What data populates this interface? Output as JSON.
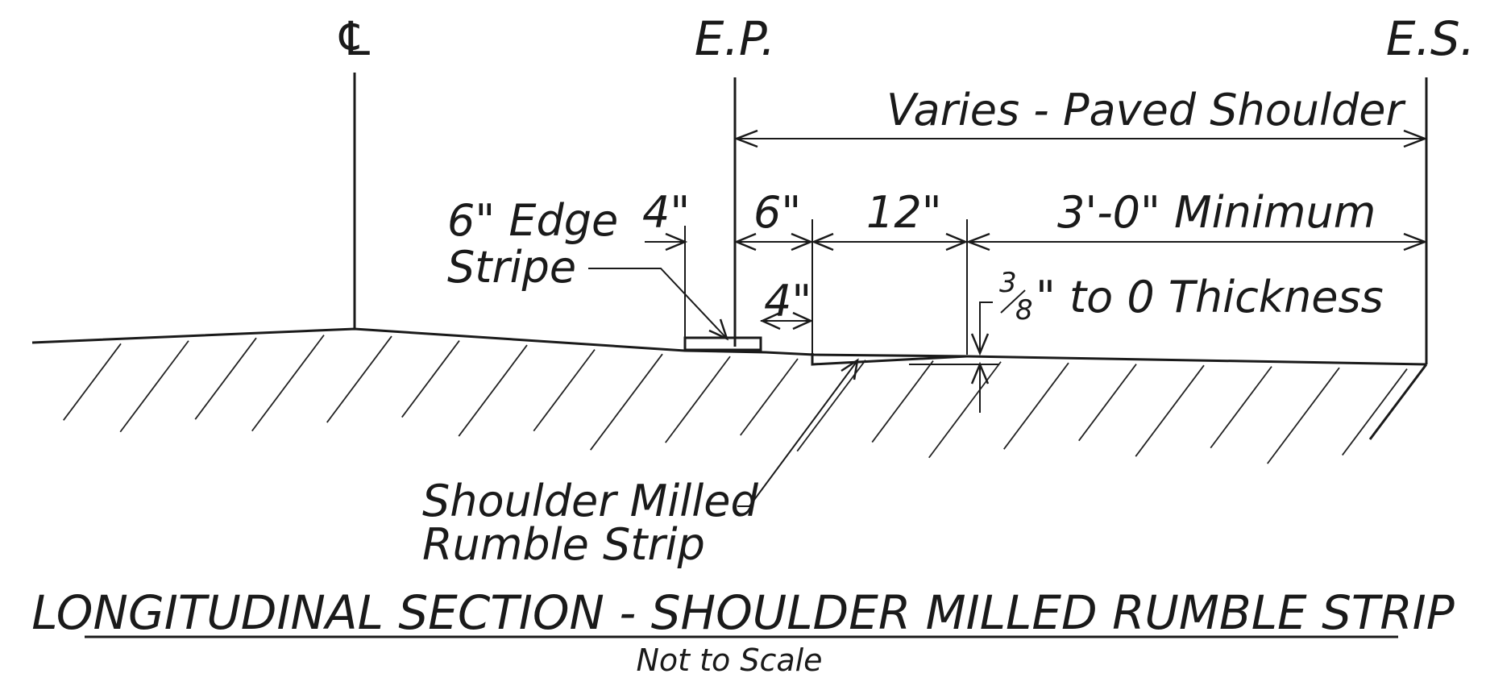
{
  "markers": {
    "centerline": "℄",
    "edge_pavement": "E.P.",
    "edge_shoulder": "E.S."
  },
  "dimensions": {
    "varies": "Varies - Paved Shoulder",
    "minimum": "3'-0\" Minimum",
    "twelve": "12\"",
    "six": "6\"",
    "four_top": "4\"",
    "four_low": "4\""
  },
  "thickness": {
    "fraction_num": "3",
    "fraction_den": "8",
    "rest": "\" to 0 Thickness"
  },
  "callouts": {
    "edge_stripe_line1": "6\" Edge",
    "edge_stripe_line2": "Stripe",
    "rumble_line1": "Shoulder Milled",
    "rumble_line2": "Rumble Strip"
  },
  "title": {
    "main": "LONGITUDINAL SECTION - SHOULDER MILLED RUMBLE STRIP",
    "sub": "Not to Scale"
  }
}
